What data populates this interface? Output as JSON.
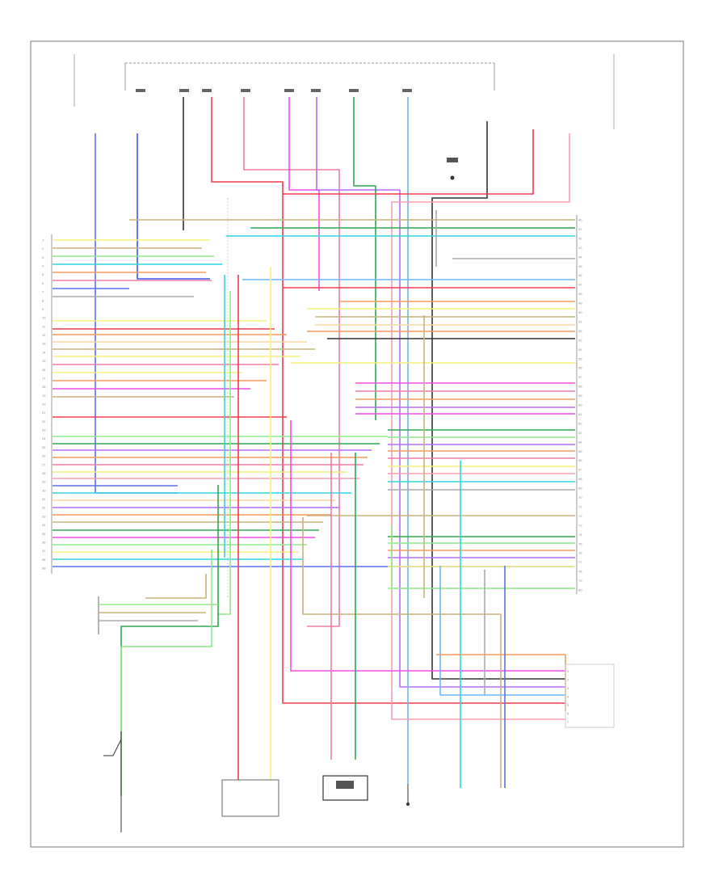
{
  "diagram": {
    "footer_ref": "",
    "colors": {
      "frame": "#777777",
      "text": "#555555",
      "black": "#333333",
      "red": "#f23b4e",
      "pink": "#f07aa8",
      "magenta": "#f14de8",
      "violet": "#b66cf5",
      "blue": "#5e6ef0",
      "lightblue": "#6fb6f5",
      "cyan": "#2fd6e0",
      "green": "#2ea84f",
      "lightgreen": "#8ee88b",
      "yellow": "#f5f07a",
      "orange": "#f59a5c",
      "tan": "#c8b27a",
      "grey": "#aaaaaa"
    },
    "left_pins": [
      "1",
      "2",
      "3",
      "4",
      "5",
      "6",
      "7",
      "8",
      "9",
      "10",
      "11",
      "12",
      "13",
      "14",
      "15",
      "16",
      "17",
      "18",
      "19",
      "20",
      "21",
      "22",
      "23",
      "24",
      "25",
      "26",
      "27",
      "28",
      "29",
      "30",
      "31",
      "32",
      "33",
      "34",
      "35",
      "36",
      "37",
      "38",
      "39"
    ],
    "right_pins": [
      "40",
      "41",
      "42",
      "43",
      "44",
      "45",
      "46",
      "47",
      "48",
      "49",
      "50",
      "51",
      "52",
      "53",
      "54",
      "55",
      "56",
      "57",
      "58",
      "59",
      "60",
      "61",
      "62",
      "63",
      "64",
      "65",
      "66",
      "67",
      "68",
      "69",
      "70",
      "71",
      "72",
      "73",
      "74",
      "75",
      "76",
      "77",
      "78",
      "79",
      "80"
    ],
    "bottom_connector_pins": [
      "1",
      "2",
      "3",
      "4",
      "5",
      "6",
      "7"
    ]
  }
}
